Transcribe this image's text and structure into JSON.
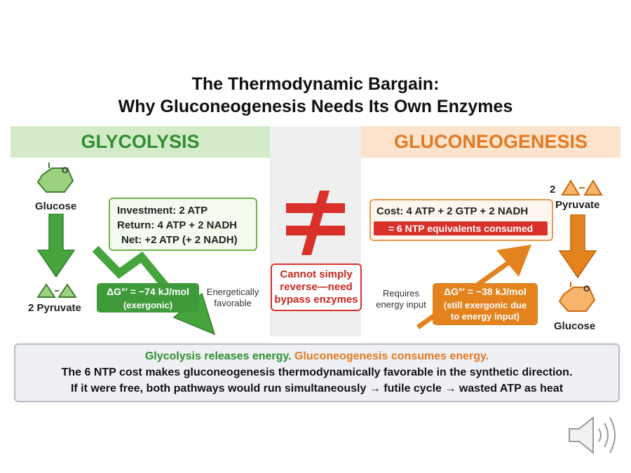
{
  "title": {
    "line1": "The Thermodynamic Bargain:",
    "line2": "Why Gluconeogenesis Needs Its Own Enzymes"
  },
  "glycolysis": {
    "header": "GLYCOLYSIS",
    "start_molecule": "Glucose",
    "end_molecule": "2 Pyruvate",
    "ring_atom": "O",
    "investment": "Investment: 2 ATP",
    "return": "Return: 4 ATP + 2 NADH",
    "net": "Net: +2 ATP (+ 2 NADH)",
    "delta_g": "ΔG°′ = −74 kJ/mol",
    "delta_g_note": "(exergonic)",
    "favorable_note_1": "Energetically",
    "favorable_note_2": "favorable"
  },
  "middle": {
    "symbol": "≠",
    "note_1": "Cannot simply",
    "note_2": "reverse—need",
    "note_3": "bypass enzymes"
  },
  "gluconeogenesis": {
    "header": "GLUCONEOGENESIS",
    "start_count": "2",
    "start_molecule": "Pyruvate",
    "end_molecule": "Glucose",
    "ring_atom": "O",
    "cost": "Cost: 4 ATP + 2 GTP + 2 NADH",
    "cost_total": "= 6 NTP equivalents consumed",
    "requires_1": "Requires",
    "requires_2": "energy input",
    "delta_g": "ΔG°′ = −38 kJ/mol",
    "delta_g_note_1": "(still exergonic due",
    "delta_g_note_2": "to energy input)"
  },
  "summary": {
    "part_green": "Glycolysis releases energy.",
    "part_orange": "Gluconeogenesis consumes energy.",
    "line2": "The 6 NTP cost makes gluconeogenesis thermodynamically favorable in the synthetic direction.",
    "line3": "If it were free, both pathways would run simultaneously → futile cycle → wasted ATP as heat"
  },
  "colors": {
    "glycolysis_green": "#2f8f2f",
    "gluconeogenesis_orange": "#e27a22",
    "not_equal_red": "#d9302a"
  },
  "icons": {
    "audio": "speaker-icon"
  }
}
